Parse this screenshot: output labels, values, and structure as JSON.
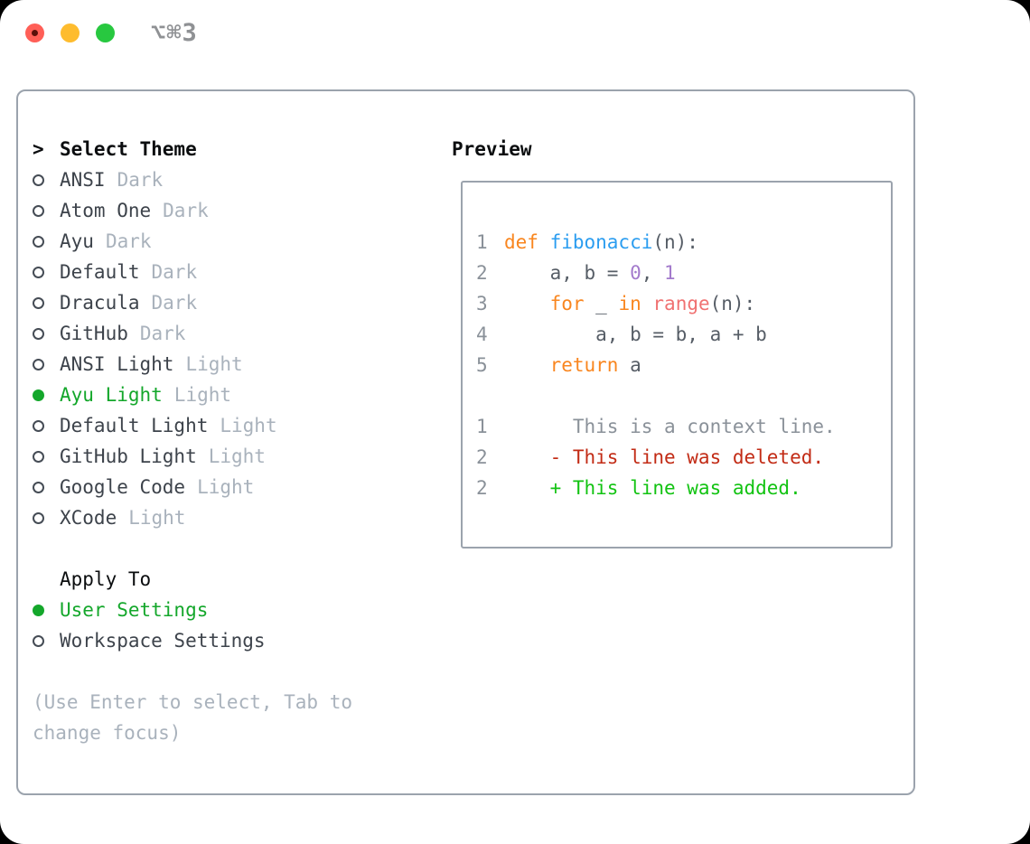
{
  "window": {
    "title": "⌥⌘3"
  },
  "palette": {
    "tl_red": "#ff5f57",
    "tl_yellow": "#febc2e",
    "tl_green": "#28c840",
    "tl_red_dot": "#5a100a",
    "title_gray": "#8f9194",
    "panel_border": "#9ba3ad",
    "header_black": "#0b0d0f",
    "list_text": "#3d434b",
    "tag_gray": "#a9b2bc",
    "help_gray": "#a9b2bc",
    "sel_green": "#14a72b",
    "kw_orange": "#f9861f",
    "fn_blue": "#2b9df0",
    "num_purple": "#a37acc",
    "builtin_coral": "#f07171",
    "code_text": "#565d66",
    "lnum_gray": "#8a9199",
    "del_red": "#c22b15",
    "add_green": "#12c312"
  },
  "theme_panel": {
    "caret": ">",
    "header": "Select Theme",
    "items": [
      {
        "label": "ANSI",
        "tag": "Dark",
        "selected": false
      },
      {
        "label": "Atom One",
        "tag": "Dark",
        "selected": false
      },
      {
        "label": "Ayu",
        "tag": "Dark",
        "selected": false
      },
      {
        "label": "Default",
        "tag": "Dark",
        "selected": false
      },
      {
        "label": "Dracula",
        "tag": "Dark",
        "selected": false
      },
      {
        "label": "GitHub",
        "tag": "Dark",
        "selected": false
      },
      {
        "label": "ANSI Light",
        "tag": "Light",
        "selected": false
      },
      {
        "label": "Ayu Light",
        "tag": "Light",
        "selected": true
      },
      {
        "label": "Default Light",
        "tag": "Light",
        "selected": false
      },
      {
        "label": "GitHub Light",
        "tag": "Light",
        "selected": false
      },
      {
        "label": "Google Code",
        "tag": "Light",
        "selected": false
      },
      {
        "label": "XCode",
        "tag": "Light",
        "selected": false
      }
    ]
  },
  "apply_to": {
    "header": "Apply To",
    "options": [
      {
        "label": "User Settings",
        "selected": true
      },
      {
        "label": "Workspace Settings",
        "selected": false
      }
    ]
  },
  "help_text": "(Use Enter to select, Tab to change focus)",
  "preview": {
    "header": "Preview",
    "code": [
      {
        "n": "1",
        "tokens": [
          {
            "t": "def ",
            "c": "kw"
          },
          {
            "t": "fibonacci",
            "c": "fn"
          },
          {
            "t": "(n):",
            "c": "pl"
          }
        ]
      },
      {
        "n": "2",
        "tokens": [
          {
            "t": "    a, b = ",
            "c": "pl"
          },
          {
            "t": "0",
            "c": "num"
          },
          {
            "t": ", ",
            "c": "pl"
          },
          {
            "t": "1",
            "c": "num"
          }
        ]
      },
      {
        "n": "3",
        "tokens": [
          {
            "t": "    ",
            "c": "pl"
          },
          {
            "t": "for",
            "c": "kw"
          },
          {
            "t": " _ ",
            "c": "pl"
          },
          {
            "t": "in",
            "c": "kw"
          },
          {
            "t": " ",
            "c": "pl"
          },
          {
            "t": "range",
            "c": "bi"
          },
          {
            "t": "(n):",
            "c": "pl"
          }
        ]
      },
      {
        "n": "4",
        "tokens": [
          {
            "t": "        a, b = b, a + b",
            "c": "pl"
          }
        ]
      },
      {
        "n": "5",
        "tokens": [
          {
            "t": "    ",
            "c": "pl"
          },
          {
            "t": "return",
            "c": "kw"
          },
          {
            "t": " a",
            "c": "pl"
          }
        ]
      }
    ],
    "diff": [
      {
        "n": "1",
        "text": "      This is a context line.",
        "kind": "context"
      },
      {
        "n": "2",
        "text": "    - This line was deleted.",
        "kind": "deleted"
      },
      {
        "n": "2",
        "text": "    + This line was added.",
        "kind": "added"
      }
    ]
  }
}
